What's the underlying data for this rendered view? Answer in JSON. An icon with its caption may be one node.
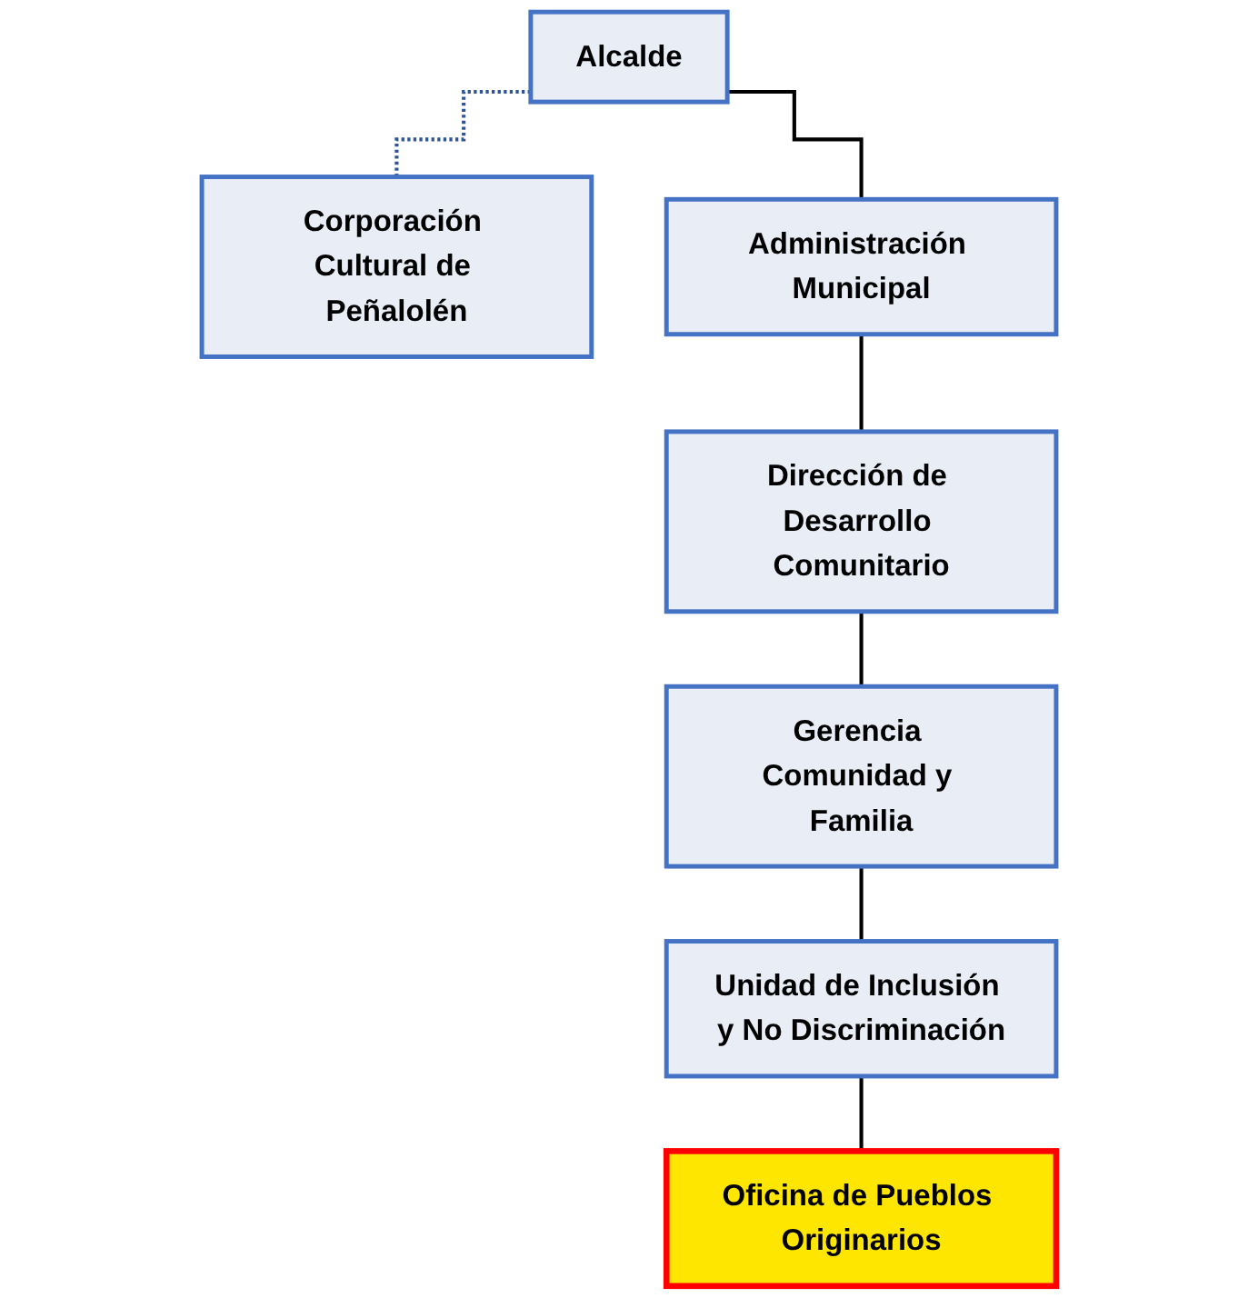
{
  "diagram": {
    "nodes": [
      {
        "text": [
          "Alcalde"
        ]
      },
      {
        "text": [
          "Corporación Cultural de Peñalolén"
        ]
      },
      {
        "text": [
          "Administración Municipal"
        ]
      },
      {
        "text": [
          "Dirección de Desarrollo Comunitario"
        ]
      },
      {
        "text": [
          "Gerencia Comunidad y Familia"
        ]
      },
      {
        "text": [
          "Unidad de Inclusión y No Discriminación"
        ]
      },
      {
        "text": [
          "Oficina de Pueblos Originarios"
        ]
      }
    ],
    "edges": [
      {
        "from": 0,
        "to": 1,
        "arrow": "none",
        "style": "dashed",
        "color": "#2f5597"
      },
      {
        "from": 0,
        "to": 2,
        "arrow": "none"
      },
      {
        "from": 2,
        "to": 3,
        "arrow": "none"
      },
      {
        "from": 3,
        "to": 4,
        "arrow": "none"
      },
      {
        "from": 4,
        "to": 5,
        "arrow": "none"
      },
      {
        "from": 5,
        "to": 6,
        "arrow": "none"
      }
    ]
  }
}
